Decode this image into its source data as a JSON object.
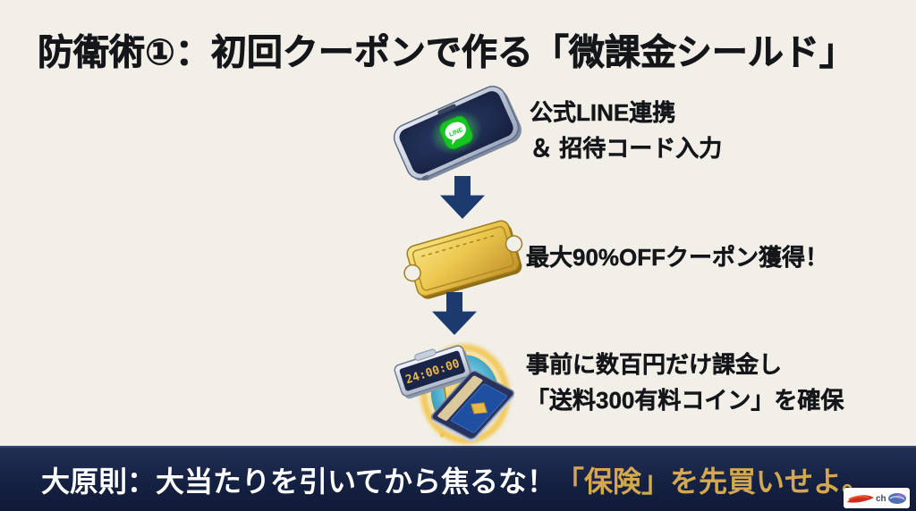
{
  "title": "防衛術①：初回クーポンで作る「微課金シールド」",
  "steps": [
    {
      "icon": "line-phone-icon",
      "lines": [
        "公式LINE連携",
        "＆ 招待コード入力"
      ]
    },
    {
      "icon": "gold-coupon-ticket-icon",
      "lines": [
        "最大90%OFFクーポン獲得！"
      ]
    },
    {
      "icon": "timer-shield-card-icon",
      "lines": [
        "事前に数百円だけ課金し",
        "「送料300有料コイン」を確保"
      ]
    }
  ],
  "illustrations": {
    "line_badge_label": "LINE",
    "clock_time": "24:00:00"
  },
  "footer": {
    "text_white": "大原則：大当たりを引いてから焦るな！",
    "text_gold": "「保険」を先買いせよ。"
  },
  "watermark": {
    "text": "ch"
  },
  "colors": {
    "background": "#f1efe8",
    "navy_bar": "#152142",
    "arrow_navy": "#1d3a6e",
    "gold_accent": "#d3a851",
    "line_green": "#11c223",
    "ticket_gold": "#e3b93f"
  }
}
